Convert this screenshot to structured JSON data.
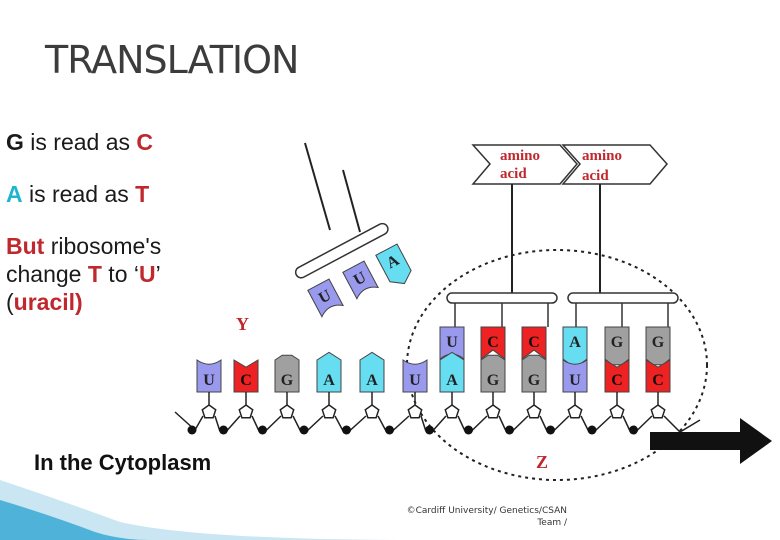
{
  "slide": {
    "title": "TRANSLATION",
    "rule1": {
      "letter": "G",
      "text": " is read as ",
      "result": "C"
    },
    "rule2": {
      "letter": "A",
      "text": " is read as  ",
      "result": "T"
    },
    "rule3": {
      "bold": "But",
      "text1": " ribosome's",
      "text2": "change ",
      "t": "T",
      "text3": " to  ‘",
      "u": "U",
      "text4": "’",
      "open": "(",
      "uracil": "uracil)"
    },
    "cytoplasm": "In the Cytoplasm",
    "credit_line1": "©Cardiff University/ Genetics/CSAN",
    "credit_line2": "Team /"
  },
  "diagram": {
    "amino1": {
      "l1": "amino",
      "l2": "acid"
    },
    "amino2": {
      "l1": "amino",
      "l2": "acid"
    },
    "label_y": "Y",
    "label_z": "Z",
    "trna_free": [
      "U",
      "U",
      "A"
    ],
    "mrna": [
      "U",
      "C",
      "G",
      "A",
      "A",
      "U",
      "A",
      "G",
      "G",
      "U",
      "C",
      "C"
    ],
    "trna_bound1": [
      "U",
      "C",
      "C"
    ],
    "trna_bound2": [
      "A",
      "G",
      "G"
    ],
    "colors": {
      "U": "#9999ee",
      "A": "#66ddf0",
      "C": "#ee2222",
      "G": "#a0a0a0",
      "title": "#3c3c3c",
      "red": "#c0282d",
      "cyan": "#1fb5d2"
    }
  }
}
